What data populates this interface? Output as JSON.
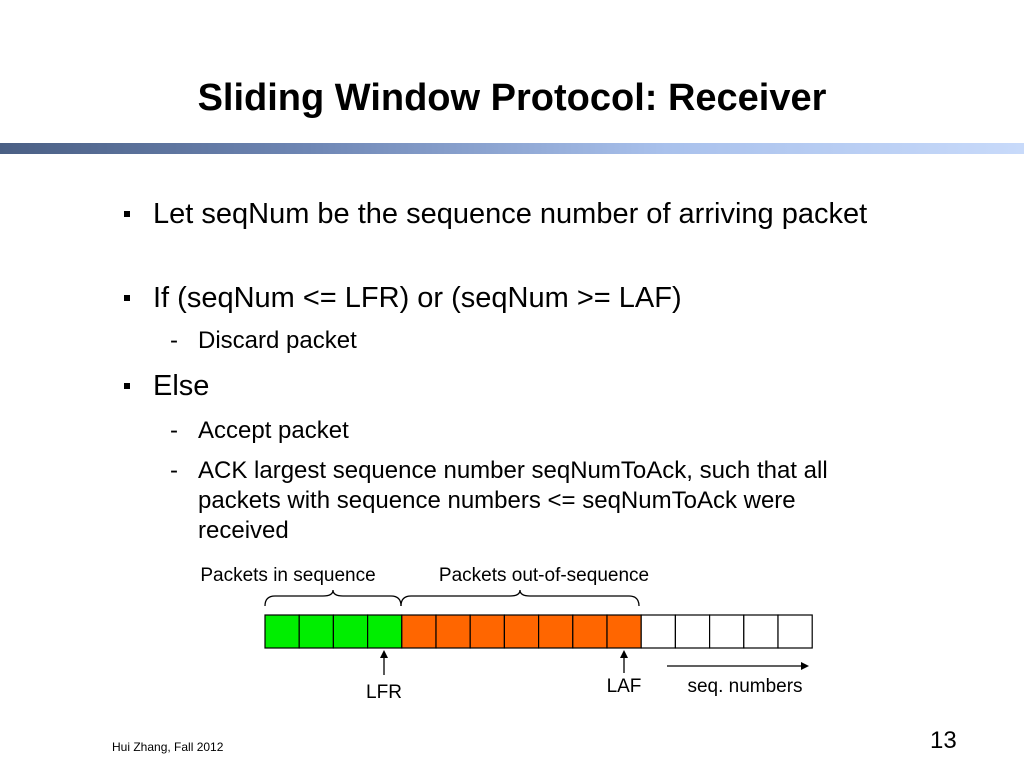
{
  "slide": {
    "title": "Sliding Window Protocol: Receiver",
    "bullets": [
      {
        "text": "Let seqNum be the sequence number of arriving packet"
      },
      {
        "text": "If (seqNum <= LFR) or (seqNum >= LAF)",
        "sub": [
          {
            "text": "Discard packet"
          }
        ]
      },
      {
        "text": "Else",
        "sub": [
          {
            "text": "Accept packet"
          },
          {
            "text": "ACK largest sequence number seqNumToAck, such that all packets with sequence numbers <= seqNumToAck were received"
          }
        ]
      }
    ],
    "sub_marker": "-",
    "footer": "Hui Zhang, Fall 2012",
    "page_number": "13"
  },
  "diagram": {
    "label_in_sequence": "Packets in sequence",
    "label_out_of_sequence": "Packets out-of-sequence",
    "label_lfr": "LFR",
    "label_laf": "LAF",
    "label_seq_numbers": "seq. numbers",
    "cells": [
      "green",
      "green",
      "green",
      "green",
      "orange",
      "orange",
      "orange",
      "orange",
      "orange",
      "orange",
      "orange",
      "white",
      "white",
      "white",
      "white",
      "white"
    ],
    "colors": {
      "green": "#00ee00",
      "orange": "#ff6600",
      "white": "#ffffff",
      "border": "#000000"
    }
  }
}
